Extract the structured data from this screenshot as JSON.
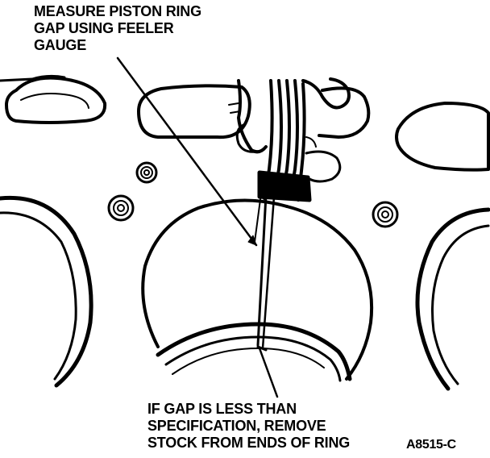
{
  "callouts": {
    "top": {
      "lines": [
        "MEASURE PISTON RING",
        "GAP USING FEELER",
        "GAUGE"
      ]
    },
    "bottom": {
      "lines": [
        "IF GAP IS LESS THAN",
        "SPECIFICATION, REMOVE",
        "STOCK FROM ENDS OF RING"
      ]
    }
  },
  "figure_id": "A8515-C",
  "colors": {
    "ink": "#000000",
    "paper": "#ffffff"
  },
  "icons": [
    "engine-block-drawing",
    "cylinder-bore",
    "piston-ring",
    "feeler-gauge",
    "hand",
    "leader-line-arrow"
  ]
}
